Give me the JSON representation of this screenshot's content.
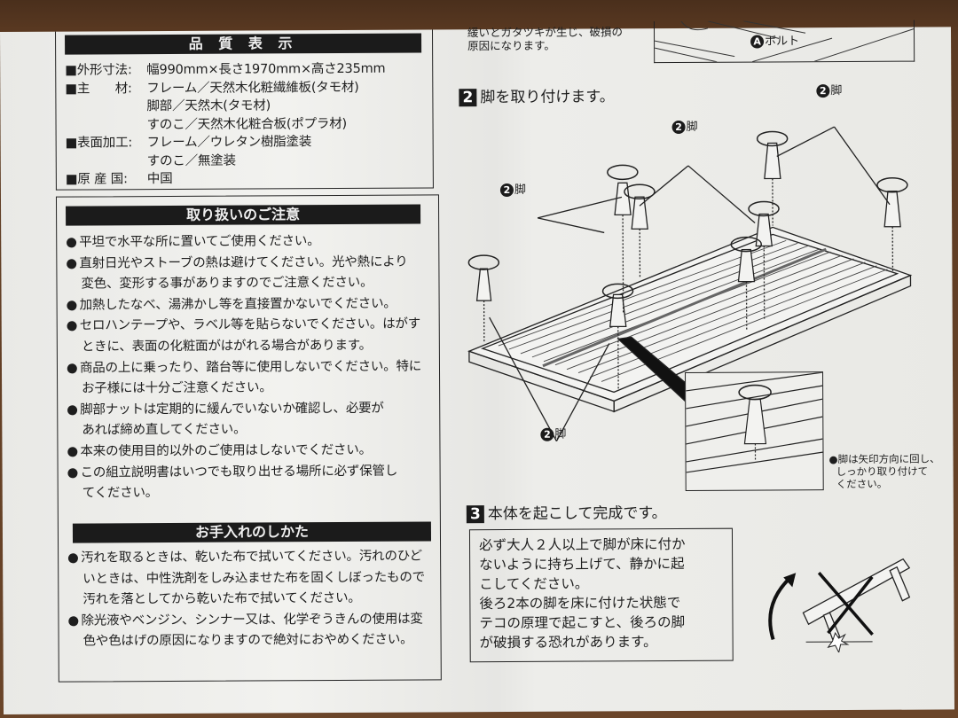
{
  "quality": {
    "title": "品 質 表 示",
    "rows": [
      {
        "key": "■外形寸法:",
        "lines": [
          "幅990mm×長さ1970mm×高さ235mm"
        ]
      },
      {
        "key": "■主　　材:",
        "lines": [
          "フレーム／天然木化粧繊維板(タモ材)",
          "脚部／天然木(タモ材)",
          "すのこ／天然木化粧合板(ポプラ材)"
        ]
      },
      {
        "key": "■表面加工:",
        "lines": [
          "フレーム／ウレタン樹脂塗装",
          "すのこ／無塗装"
        ]
      },
      {
        "key": "■原 産 国:",
        "lines": [
          "中国"
        ]
      }
    ]
  },
  "handling": {
    "title": "取り扱いのご注意",
    "items": [
      [
        "平坦で水平な所に置いてご使用ください。"
      ],
      [
        "直射日光やストーブの熱は避けてください。光や熱により",
        "変色、変形する事がありますのでご注意ください。"
      ],
      [
        "加熱したなべ、湯沸かし等を直接置かないでください。"
      ],
      [
        "セロハンテープや、ラベル等を貼らないでください。はがす",
        "ときに、表面の化粧面がはがれる場合があります。"
      ],
      [
        "商品の上に乗ったり、踏台等に使用しないでください。特に",
        "お子様には十分ご注意ください。"
      ],
      [
        "脚部ナットは定期的に緩んでいないか確認し、必要が",
        "あれば締め直してください。"
      ],
      [
        "本来の使用目的以外のご使用はしないでください。"
      ],
      [
        "この組立説明書はいつでも取り出せる場所に必ず保管し",
        "てください。"
      ]
    ]
  },
  "care": {
    "title": "お手入れのしかた",
    "items": [
      [
        "汚れを取るときは、乾いた布で拭いてください。汚れのひど",
        "いときは、中性洗剤をしみ込ませた布を固くしぼったもので",
        "汚れを落としてから乾いた布で拭いてください。"
      ],
      [
        "除光液やベンジン、シンナー又は、化学ぞうきんの使用は変",
        "色や色はげの原因になりますので絶対におやめください。"
      ]
    ]
  },
  "top_note": [
    "緩いとガタツキが生じ、破損の",
    "原因になります。"
  ],
  "bolt_label": {
    "badge": "A",
    "text": "ボルト"
  },
  "step2": {
    "num": "2",
    "text": "脚を取り付けます。",
    "leg_badge": "2",
    "leg_label": "脚",
    "note": [
      "●脚は矢印方向に回し、",
      "しっかり取り付けて",
      "ください。"
    ]
  },
  "step3": {
    "num": "3",
    "text": "本体を起こして完成です。",
    "warning": [
      "必ず大人２人以上で脚が床に付か",
      "ないように持ち上げて、静かに起",
      "こしてください。",
      "後ろ2本の脚を床に付けた状態で",
      "テコの原理で起こすと、後ろの脚",
      "が破損する恐れがあります。"
    ]
  },
  "bullet": "●"
}
